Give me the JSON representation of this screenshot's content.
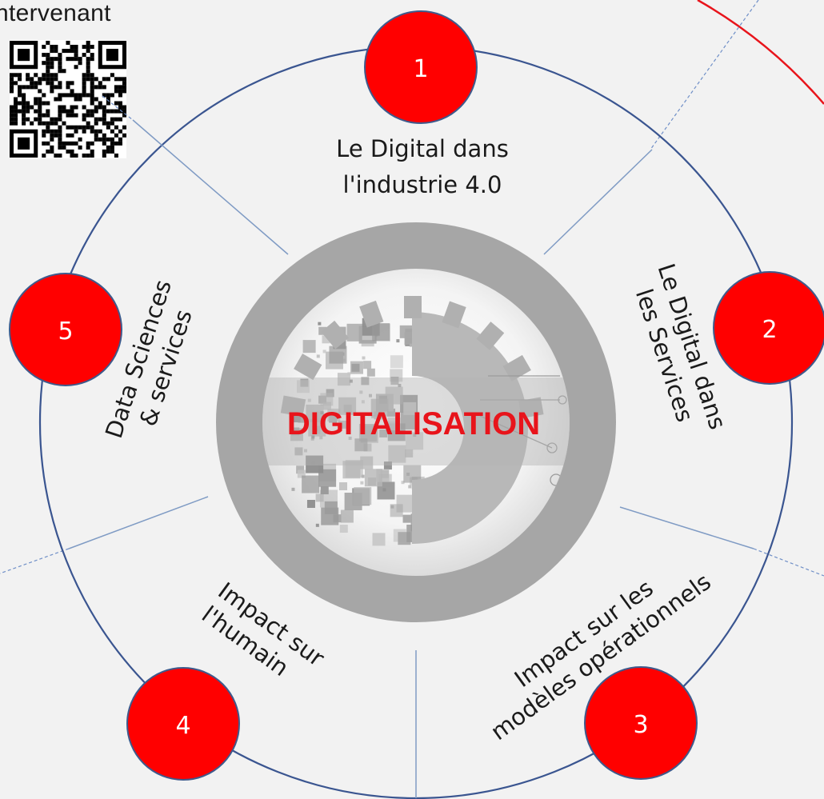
{
  "header": {
    "label": "ntervenant"
  },
  "center": {
    "title": "DIGITALISATION"
  },
  "segments": [
    {
      "number": "1",
      "lines": [
        "Le Digital dans",
        "l'industrie 4.0"
      ]
    },
    {
      "number": "2",
      "lines": [
        "Le Digital dans",
        "les Services"
      ]
    },
    {
      "number": "3",
      "lines": [
        "Impact sur les",
        "modèles opérationnels"
      ]
    },
    {
      "number": "4",
      "lines": [
        "Impact sur",
        "l'humain"
      ]
    },
    {
      "number": "5",
      "lines": [
        "Data Sciences",
        "& services"
      ]
    }
  ],
  "colors": {
    "background": "#f2f2f2",
    "node_fill": "#ff0000",
    "node_stroke": "#3e5a8c",
    "ring_stroke": "#3a5590",
    "divider": "#7f9bc4",
    "inner_ring": "#a6a6a6",
    "title": "#e8141b",
    "outer_arc": "#e8141b"
  },
  "qr_code": {
    "icon": "qr-code-icon"
  }
}
